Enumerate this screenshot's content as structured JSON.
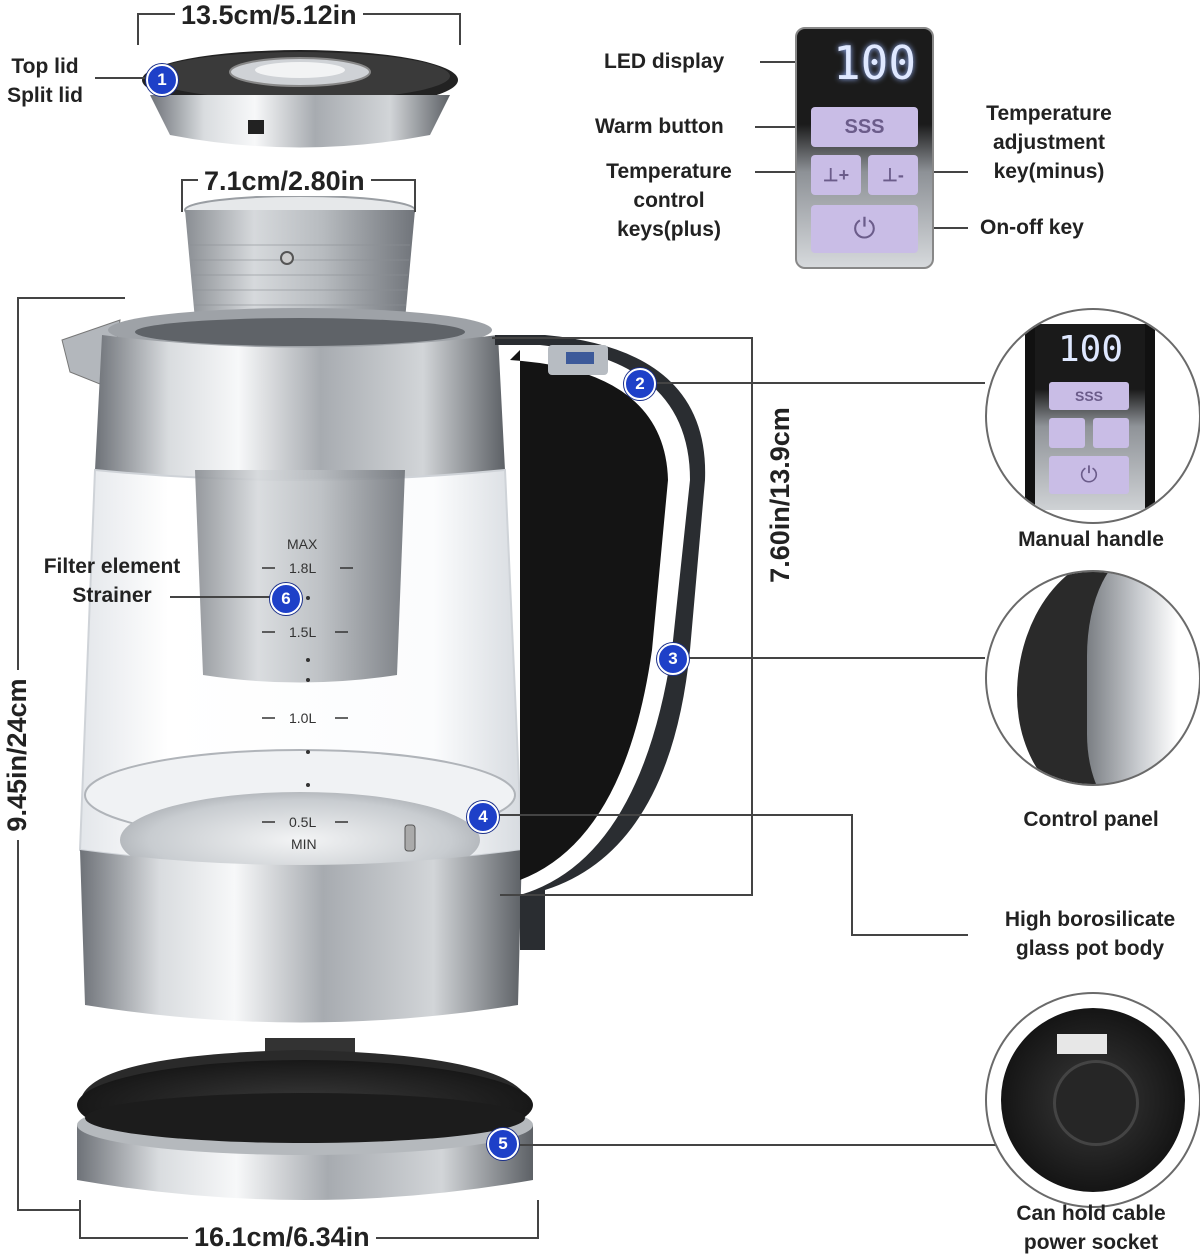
{
  "dimensions": {
    "lid_width": "13.5cm/5.12in",
    "filter_width": "7.1cm/2.80in",
    "body_height": "7.60in/13.9cm",
    "total_height": "9.45in/24cm",
    "base_width": "16.1cm/6.34in"
  },
  "callouts": [
    {
      "number": "1",
      "line1": "Top lid",
      "line2": "Split lid"
    },
    {
      "number": "2",
      "line1": "Manual handle"
    },
    {
      "number": "3",
      "line1": "Control panel"
    },
    {
      "number": "4",
      "line1": "High borosilicate",
      "line2": "glass pot body"
    },
    {
      "number": "5",
      "line1": "Can hold cable",
      "line2": "power socket"
    },
    {
      "number": "6",
      "line1": "Filter element",
      "line2": "Strainer"
    }
  ],
  "control_panel": {
    "display_value": "100",
    "labels": {
      "led_display": "LED display",
      "warm_button": "Warm button",
      "temp_control_1": "Temperature",
      "temp_control_2": "control",
      "temp_control_3": "keys(plus)",
      "temp_adjust_1": "Temperature",
      "temp_adjust_2": "adjustment",
      "temp_adjust_3": "key(minus)",
      "on_off": "On-off key"
    },
    "warm_icon": "SSS",
    "plus_sign": "+",
    "minus_sign": "-"
  },
  "scale_marks": [
    "MAX",
    "1.8L",
    "1.5L",
    "1.0L",
    "0.5L",
    "MIN"
  ],
  "colors": {
    "badge": "#1e40c8",
    "panel_button": "#c9bde6",
    "handle": "#1a1a1a",
    "steel": "#b8bcc2"
  }
}
